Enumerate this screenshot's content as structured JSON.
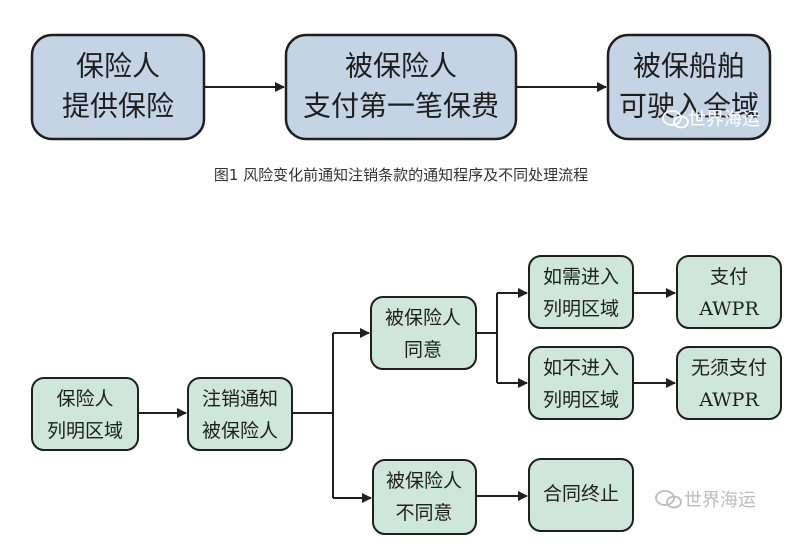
{
  "figure1": {
    "caption": "图1  风险变化前通知注销条款的通知程序及不同处理流程",
    "nodes": [
      {
        "id": "insurer-provides",
        "lines": [
          "保险人",
          "提供保险"
        ]
      },
      {
        "id": "insured-pays",
        "lines": [
          "被保险人",
          "支付第一笔保费"
        ]
      },
      {
        "id": "vessel-worldwide",
        "lines": [
          "被保船舶",
          "可驶入全域"
        ]
      }
    ],
    "watermark": "世界海运"
  },
  "figure2": {
    "nodes": [
      {
        "id": "insurer-listed-area",
        "lines": [
          "保险人",
          "列明区域"
        ]
      },
      {
        "id": "cancel-notice",
        "lines": [
          "注销通知",
          "被保险人"
        ]
      },
      {
        "id": "insured-agrees",
        "lines": [
          "被保险人",
          "同意"
        ]
      },
      {
        "id": "insured-disagrees",
        "lines": [
          "被保险人",
          "不同意"
        ]
      },
      {
        "id": "enter-listed-area",
        "lines": [
          "如需进入",
          "列明区域"
        ]
      },
      {
        "id": "not-enter-listed-area",
        "lines": [
          "如不进入",
          "列明区域"
        ]
      },
      {
        "id": "pay-awpr",
        "lines": [
          "支付",
          "AWPR"
        ]
      },
      {
        "id": "no-pay-awpr",
        "lines": [
          "无须支付",
          "AWPR"
        ]
      },
      {
        "id": "contract-terminated",
        "lines": [
          "合同终止"
        ]
      }
    ],
    "watermark": "世界海运"
  },
  "colors": {
    "top_fill": "#c5d4e5",
    "bottom_fill": "#cfe6dc",
    "stroke": "#1f1f1f"
  }
}
